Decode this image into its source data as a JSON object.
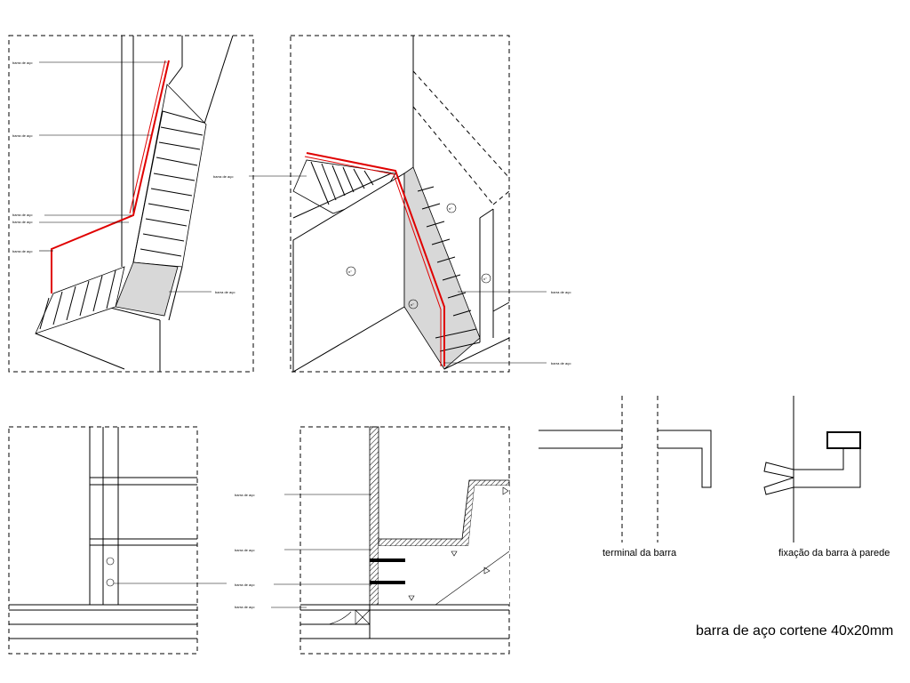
{
  "drawing": {
    "labels": {
      "terminal": "terminal da barra",
      "fixacao": "fixação da barra à parede",
      "spec": "barra de aço cortene 40x20mm"
    },
    "tiny_notes": {
      "p1_a": "barra de aço",
      "p1_b": "barra de aço",
      "p1_c": "barra de aço",
      "p1_d": "barra de aço",
      "p1_e": "barra de aço",
      "p1_f": "barra de aço",
      "p2_a": "barra de aço",
      "p2_b": "barra de aço",
      "p2_c": "barra de aço",
      "p4_a": "barra de aço",
      "p4_b": "barra de aço",
      "p4_c": "barra de aço",
      "p4_d": "barra de aço",
      "circ_a": "n°",
      "circ_b": "n°",
      "circ_c": "n°",
      "circ_d": "n°"
    },
    "colors": {
      "handrail": "#e00000",
      "fill": "#d8d8d8",
      "line": "#000000"
    }
  }
}
